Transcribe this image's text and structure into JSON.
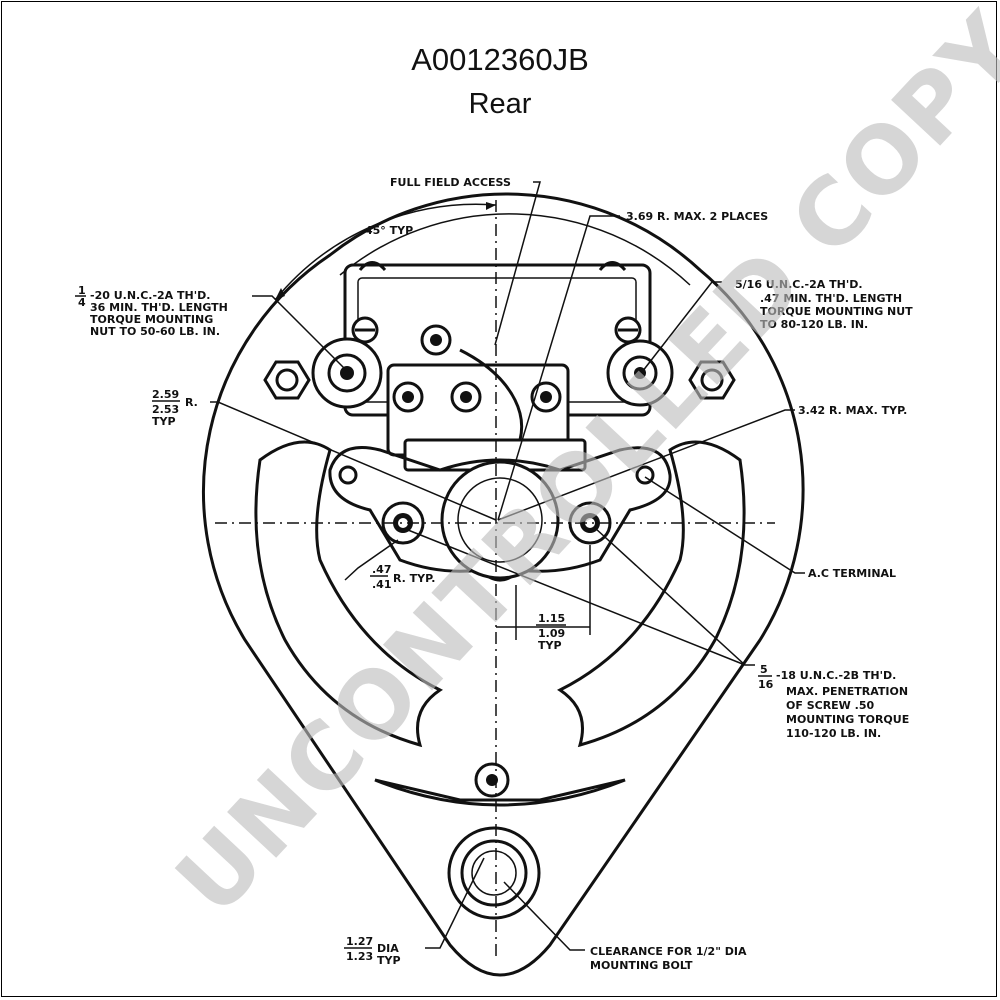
{
  "header": {
    "part_number": "A0012360JB",
    "view": "Rear"
  },
  "callouts": {
    "full_field_access": "FULL FIELD ACCESS",
    "angle": "45° TYP",
    "radius_top": "3.69 R. MAX. 2 PLACES",
    "left_thread": {
      "fraction_num": "1",
      "fraction_den": "4",
      "line1": "-20 U.N.C.-2A TH'D.",
      "line2": "36 MIN. TH'D. LENGTH",
      "line3": "TORQUE MOUNTING",
      "line4": "NUT TO 50-60 LB. IN."
    },
    "right_thread": {
      "line1": "5/16 U.N.C.-2A TH'D.",
      "line2": ".47 MIN. TH'D. LENGTH",
      "line3": "TORQUE MOUNTING NUT",
      "line4": "TO 80-120 LB. IN."
    },
    "radius_left": {
      "upper": "2.59",
      "lower": "2.53",
      "suffix": "R.",
      "typ": "TYP"
    },
    "radius_right": "3.42 R. MAX. TYP.",
    "small_radius": {
      "upper": ".47",
      "lower": ".41",
      "suffix": "R. TYP."
    },
    "ac_terminal": "A.C TERMINAL",
    "offset": {
      "upper": "1.15",
      "lower": "1.09",
      "typ": "TYP"
    },
    "screw_thread": {
      "fraction_num": "5",
      "fraction_den": "16",
      "line1": "-18 U.N.C.-2B TH'D.",
      "line2": "MAX. PENETRATION",
      "line3": "OF SCREW .50",
      "line4": "MOUNTING TORQUE",
      "line5": "110-120 LB. IN."
    },
    "hole_dia": {
      "upper": "1.27",
      "lower": "1.23",
      "suffix": "DIA",
      "typ": "TYP"
    },
    "clearance": {
      "line1": "CLEARANCE FOR 1/2\" DIA",
      "line2": "MOUNTING BOLT"
    }
  },
  "watermark": "UNCONTROLLED COPY"
}
